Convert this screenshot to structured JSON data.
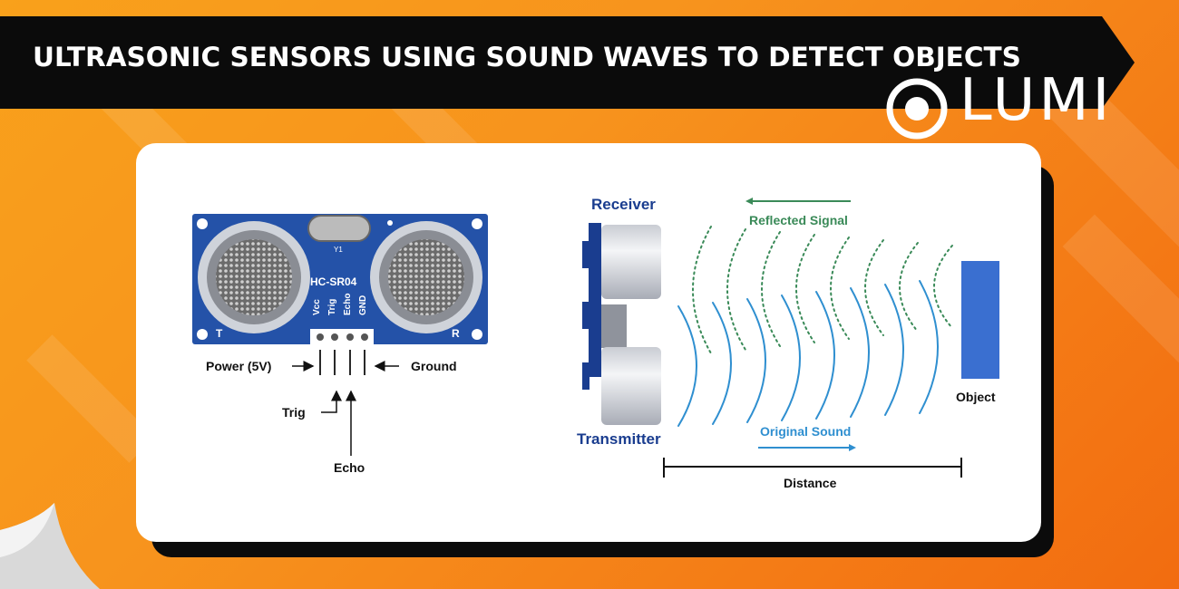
{
  "title": "ULTRASONIC SENSORS USING SOUND WAVES TO DETECT OBJECTS",
  "logo": {
    "text": "LUMI"
  },
  "sensor": {
    "board_label": "HC-SR04",
    "crystal_label": "Y1",
    "left_mark": "T",
    "right_mark": "R",
    "pins": [
      "Vcc",
      "Trig",
      "Echo",
      "GND"
    ],
    "labels": {
      "power": "Power (5V)",
      "ground": "Ground",
      "trig": "Trig",
      "echo": "Echo"
    }
  },
  "diagram": {
    "receiver": "Receiver",
    "transmitter": "Transmitter",
    "reflected": "Reflected Signal",
    "original": "Original Sound",
    "object": "Object",
    "distance": "Distance"
  },
  "colors": {
    "orange": "#f7931d",
    "banner": "#0b0b0b",
    "board": "#2452a8",
    "reflected": "#3a8a58",
    "original": "#2f8fd0",
    "object": "#3a6fd0",
    "label_blue": "#1a3d8f"
  }
}
